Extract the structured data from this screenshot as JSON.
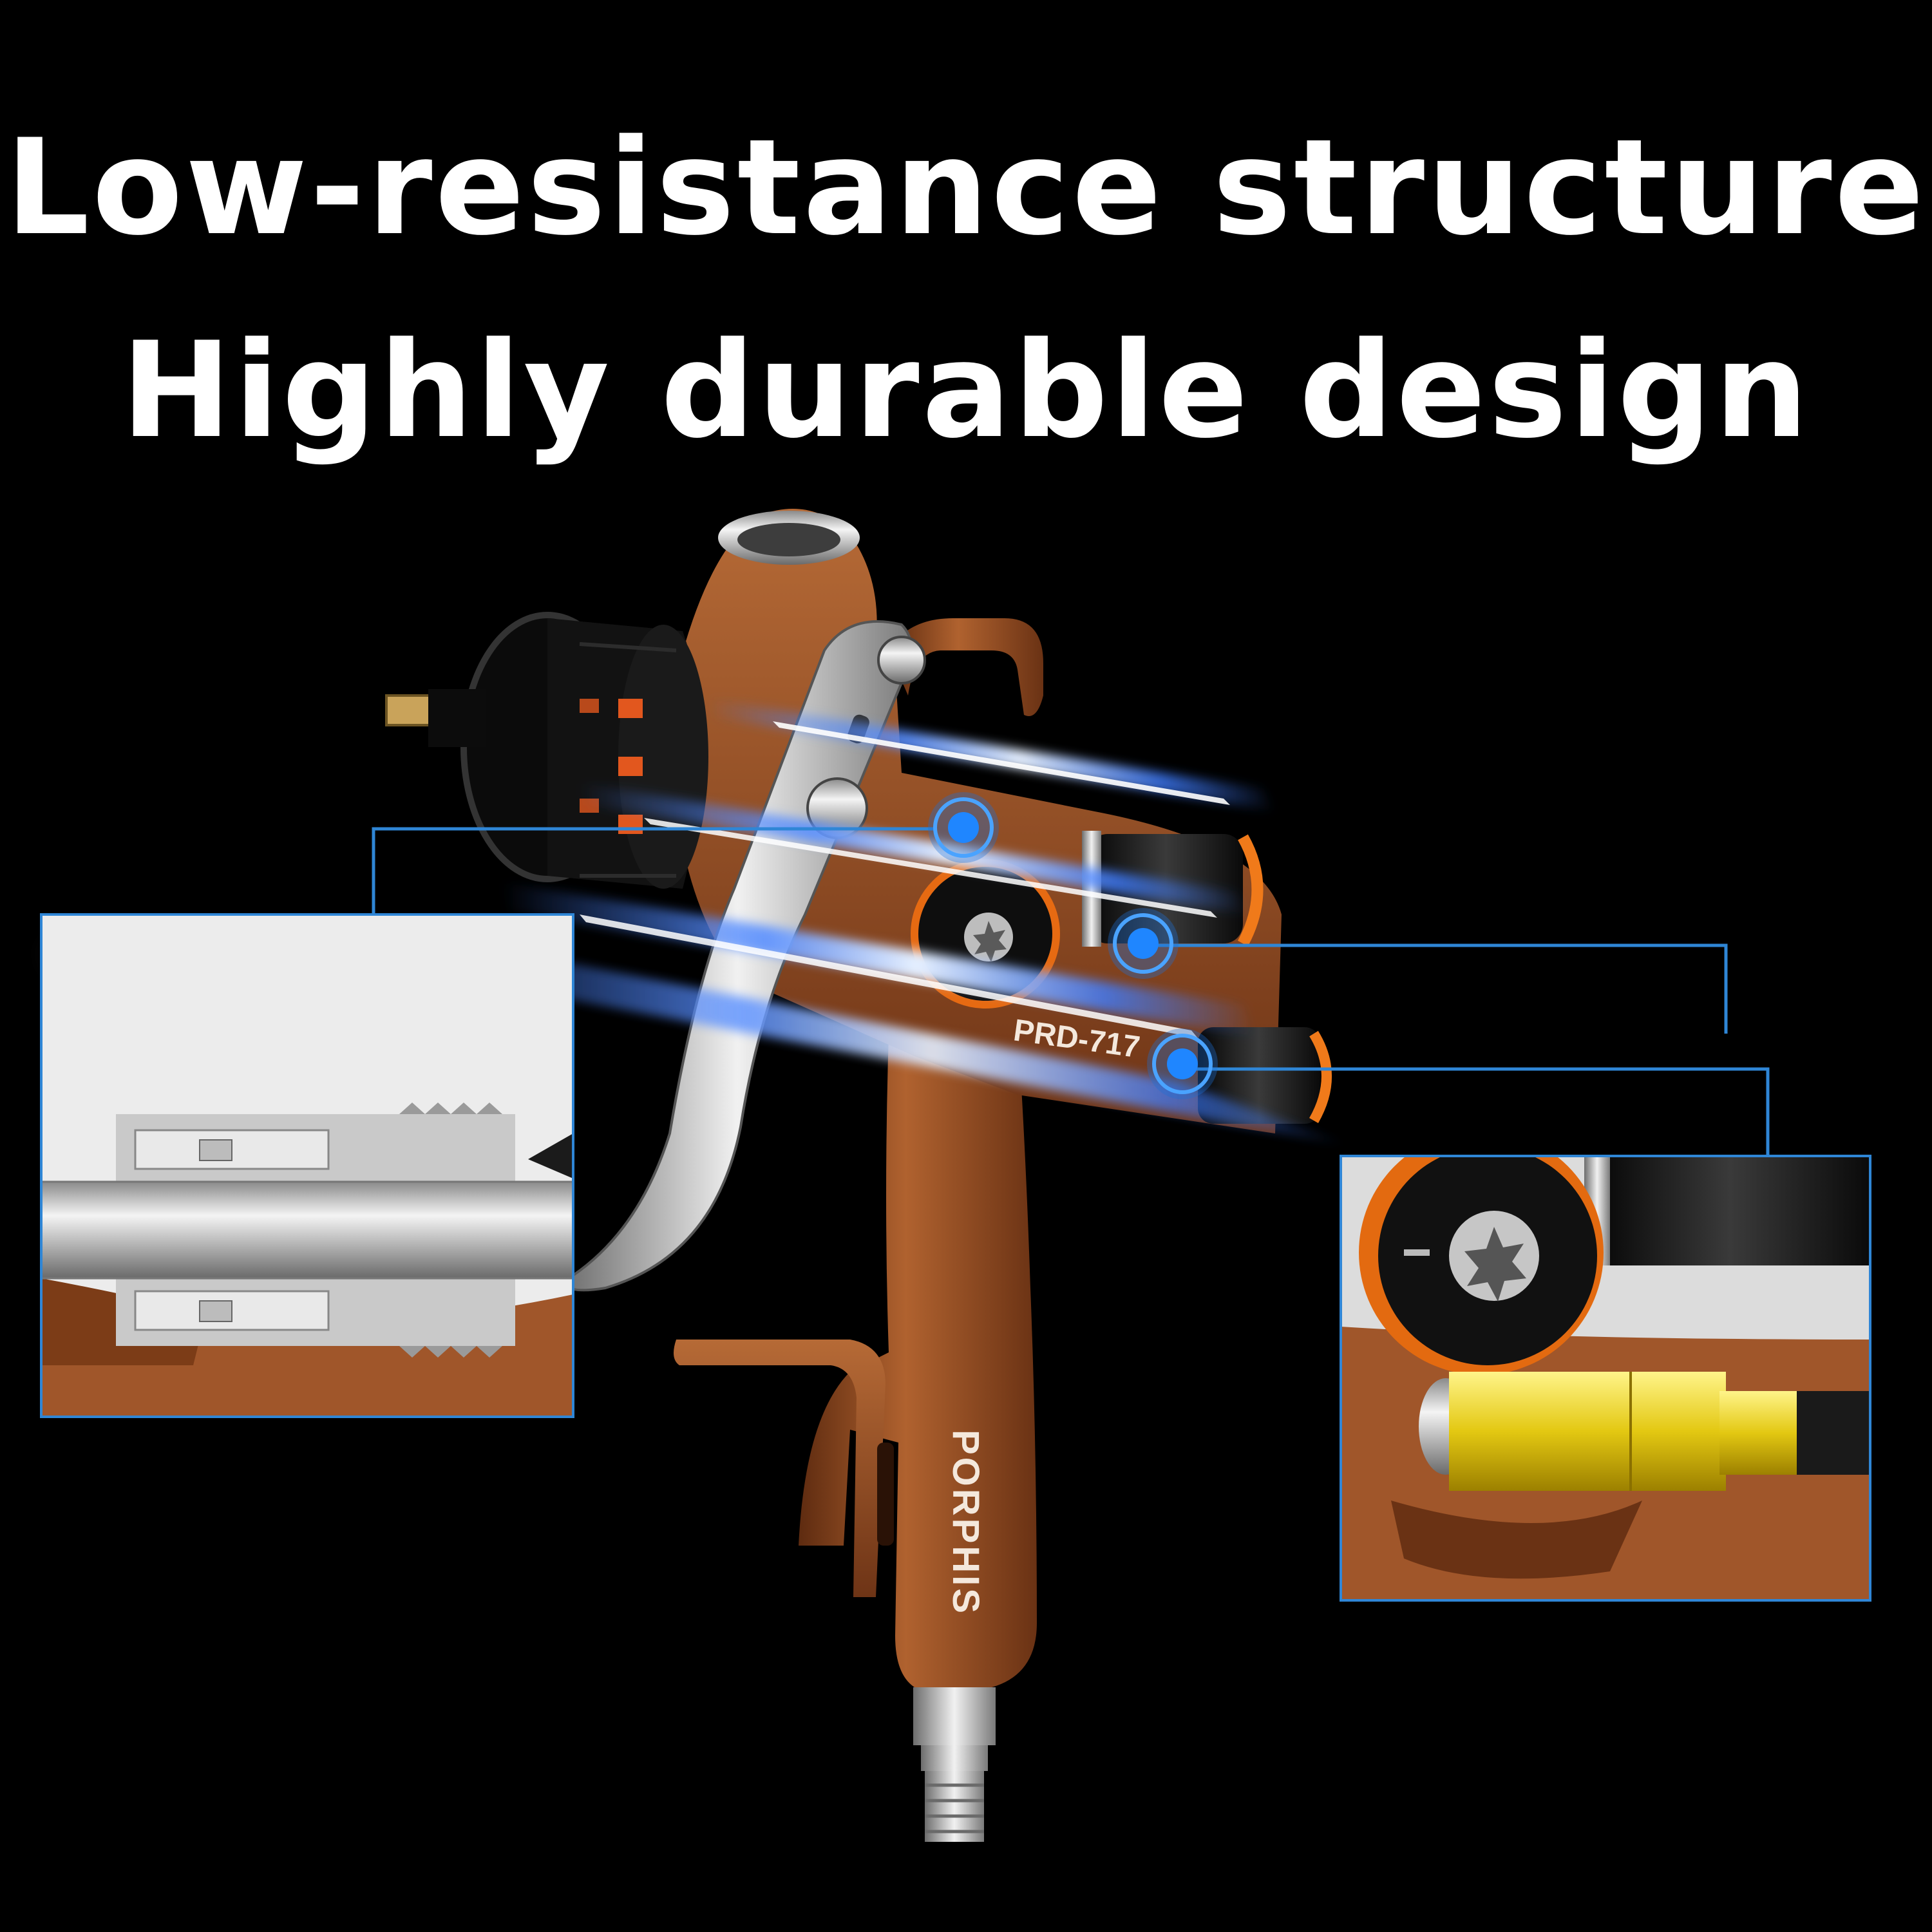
{
  "headline": {
    "line1": "Low-resistance structure",
    "line2": "Highly durable design"
  },
  "product": {
    "model_label": "PRD-717",
    "brand_label": "PORPHIS"
  },
  "colors": {
    "background": "#000000",
    "headline_text": "#ffffff",
    "gun_body": "#a0562a",
    "callout_line": "#2f86d6",
    "glow": "#3f7dff"
  },
  "icons": [
    "spray-gun",
    "callout-dot",
    "light-streak"
  ]
}
